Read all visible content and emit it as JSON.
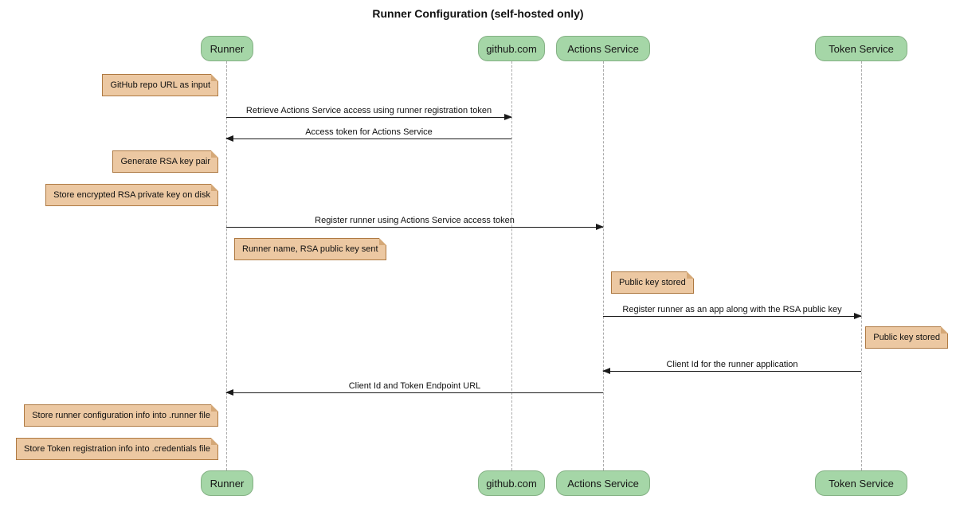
{
  "title": "Runner Configuration (self-hosted only)",
  "diagram_type": "sequence",
  "participants": [
    {
      "label": "Runner"
    },
    {
      "label": "github.com"
    },
    {
      "label": "Actions Service"
    },
    {
      "label": "Token Service"
    }
  ],
  "messages": [
    {
      "from": "Runner",
      "to": "github.com",
      "direction": "right",
      "label": "Retrieve Actions Service access using runner registration token"
    },
    {
      "from": "github.com",
      "to": "Runner",
      "direction": "left",
      "label": "Access token for Actions Service"
    },
    {
      "from": "Runner",
      "to": "Actions Service",
      "direction": "right",
      "label": "Register runner using Actions Service access token"
    },
    {
      "from": "Actions Service",
      "to": "Token Service",
      "direction": "right",
      "label": "Register runner as an app along with the RSA public key"
    },
    {
      "from": "Token Service",
      "to": "Actions Service",
      "direction": "left",
      "label": "Client Id for the runner application"
    },
    {
      "from": "Actions Service",
      "to": "Runner",
      "direction": "left",
      "label": "Client Id and Token Endpoint URL"
    }
  ],
  "notes": [
    {
      "position": "left of Runner",
      "text": "GitHub repo URL as input"
    },
    {
      "position": "left of Runner",
      "text": "Generate RSA key pair"
    },
    {
      "position": "left of Runner",
      "text": "Store encrypted RSA private key on disk"
    },
    {
      "position": "right of Runner",
      "text": "Runner name, RSA public key sent"
    },
    {
      "position": "right of Actions Service",
      "text": "Public key stored"
    },
    {
      "position": "right of Token Service",
      "text": "Public key stored"
    },
    {
      "position": "left of Runner",
      "text": "Store runner configuration info into .runner file"
    },
    {
      "position": "left of Runner",
      "text": "Store Token registration info into .credentials file"
    }
  ],
  "colors": {
    "background": "#FFFFFF",
    "participant_fill": "#A5D6A7",
    "participant_border": "#84B184",
    "note_fill": "#ECC8A2",
    "note_border": "#AE7942",
    "lifeline": "#ABABAB",
    "arrow": "#1A1A1A",
    "text": "#111111"
  }
}
